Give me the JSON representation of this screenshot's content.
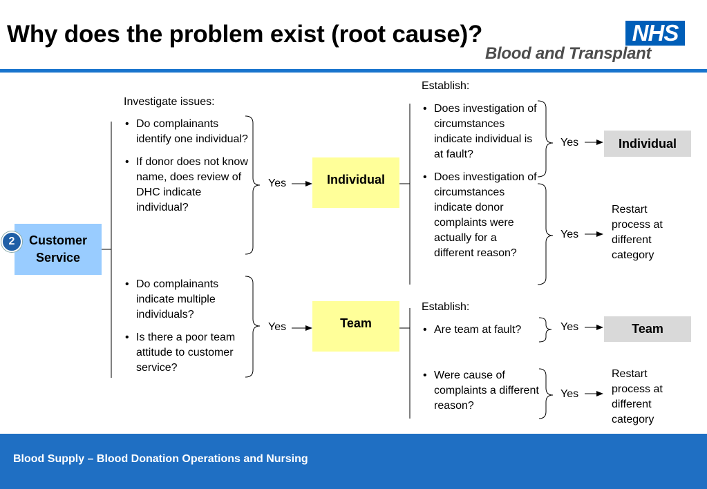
{
  "header": {
    "title": "Why does the problem exist (root cause)?",
    "logo_text": "NHS",
    "logo_subtitle": "Blood and Transplant"
  },
  "start": {
    "badge": "2",
    "label_line1": "Customer",
    "label_line2": "Service"
  },
  "left": {
    "heading": "Investigate issues:",
    "group1": [
      "Do complainants identify one individual?",
      "If donor does not know name, does review of DHC indicate individual?"
    ],
    "group2": [
      "Do complainants indicate multiple individuals?",
      "Is there a poor team attitude to customer service?"
    ]
  },
  "middle": {
    "yes_top": "Yes",
    "yes_bottom": "Yes",
    "individual_box": "Individual",
    "team_box": "Team"
  },
  "right": {
    "establish_top": "Establish:",
    "top_items": [
      "Does investigation of circumstances indicate individual is at fault?",
      "Does investigation of circumstances indicate donor complaints were actually for a different reason?"
    ],
    "establish_bottom": "Establish:",
    "bottom_item1": "Are team at fault?",
    "bottom_item2": "Were cause of complaints a different reason?"
  },
  "outcomes": {
    "yes1": "Yes",
    "yes2": "Yes",
    "yes3": "Yes",
    "yes4": "Yes",
    "individual_box": "Individual",
    "team_box": "Team",
    "restart1": "Restart process at different category",
    "restart2": "Restart process at different category"
  },
  "footer": {
    "text": "Blood Supply – Blood Donation Operations and Nursing"
  },
  "colors": {
    "nhs_blue": "#005eb8",
    "rule_blue": "#1874cd",
    "footer_blue": "#1f6fc3",
    "yellow_box": "#ffff99",
    "grey_box": "#d9d9d9",
    "start_box": "#99ccff"
  }
}
